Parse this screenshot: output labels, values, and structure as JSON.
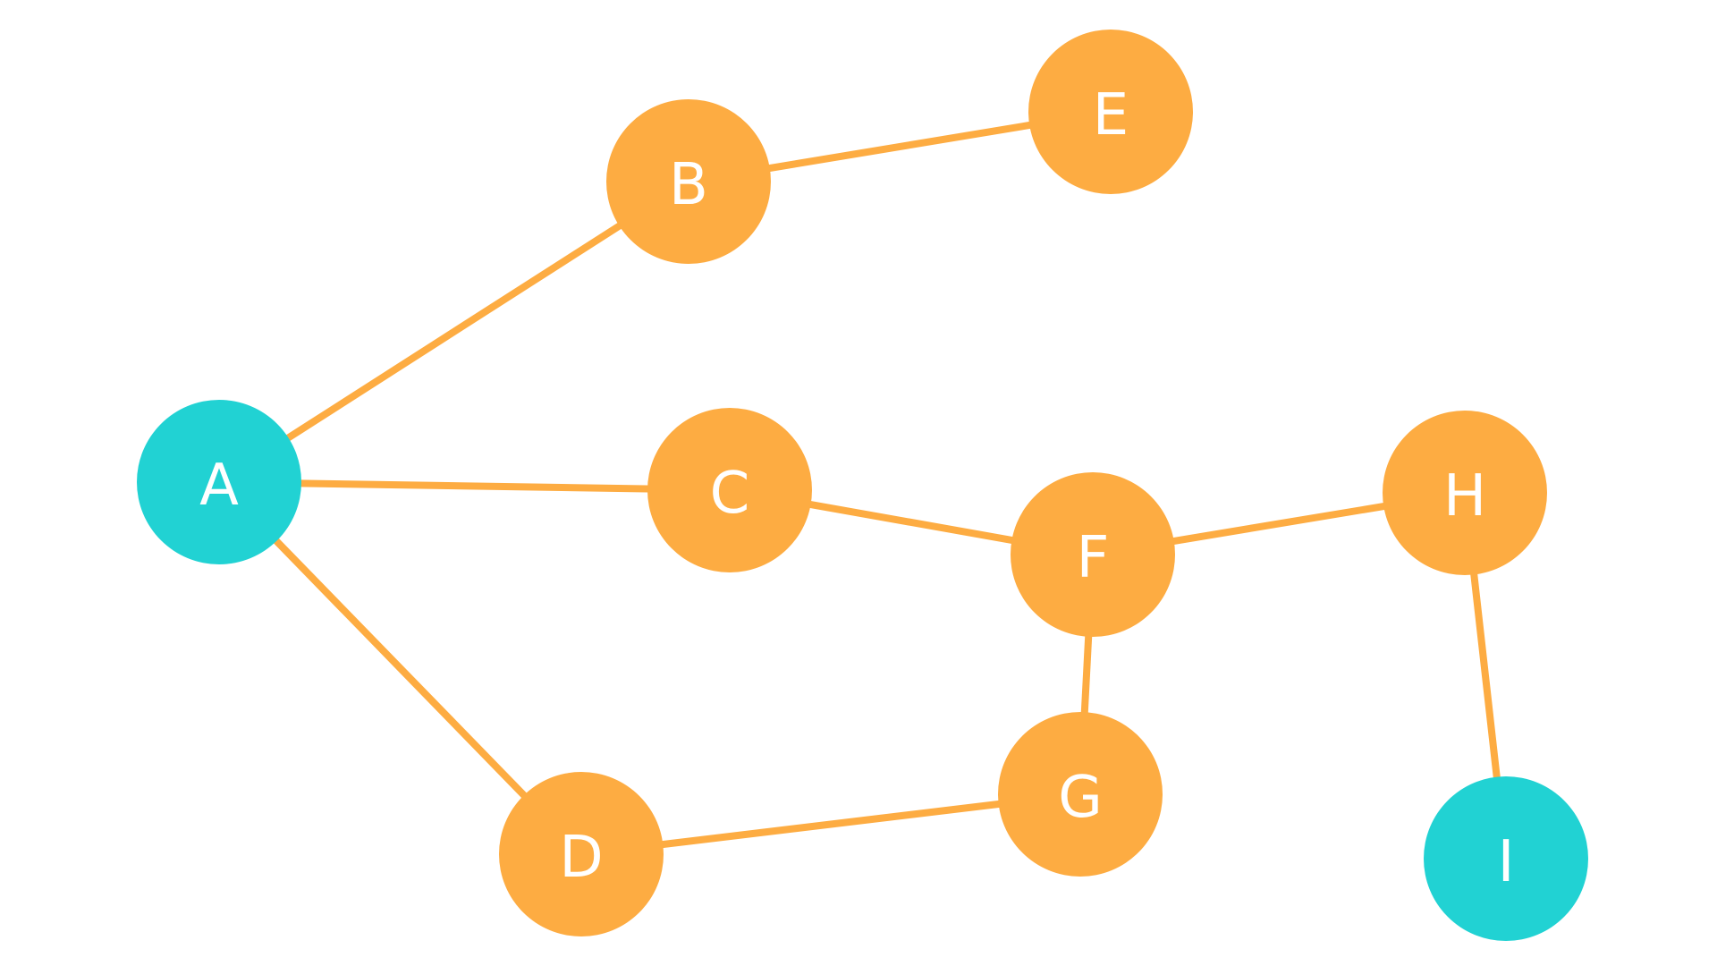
{
  "colors": {
    "background": "#ffffff",
    "edge": "#FDAC42",
    "default_node": "#FDAC42",
    "highlight_node": "#21D2D3",
    "label": "#ffffff"
  },
  "graph": {
    "nodes": [
      {
        "id": "A",
        "label": "A",
        "highlighted": true
      },
      {
        "id": "B",
        "label": "B",
        "highlighted": false
      },
      {
        "id": "C",
        "label": "C",
        "highlighted": false
      },
      {
        "id": "D",
        "label": "D",
        "highlighted": false
      },
      {
        "id": "E",
        "label": "E",
        "highlighted": false
      },
      {
        "id": "F",
        "label": "F",
        "highlighted": false
      },
      {
        "id": "G",
        "label": "G",
        "highlighted": false
      },
      {
        "id": "H",
        "label": "H",
        "highlighted": false
      },
      {
        "id": "I",
        "label": "I",
        "highlighted": true
      }
    ],
    "edges": [
      [
        "A",
        "B"
      ],
      [
        "A",
        "C"
      ],
      [
        "A",
        "D"
      ],
      [
        "B",
        "E"
      ],
      [
        "C",
        "F"
      ],
      [
        "F",
        "H"
      ],
      [
        "F",
        "G"
      ],
      [
        "D",
        "G"
      ],
      [
        "H",
        "I"
      ]
    ]
  }
}
